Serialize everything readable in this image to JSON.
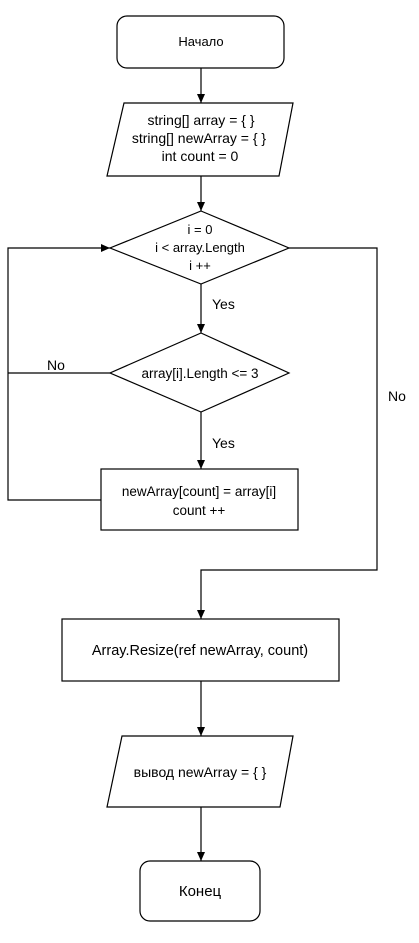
{
  "colors": {
    "stroke": "#000000",
    "fill": "#ffffff",
    "text": "#000000"
  },
  "nodes": {
    "start": {
      "label": "Начало"
    },
    "init": {
      "lines": [
        "string[] array = { }",
        "string[] newArray = { }",
        "int count = 0"
      ]
    },
    "loop": {
      "lines": [
        "i = 0",
        "i < array.Length",
        "i ++"
      ]
    },
    "check": {
      "label": "array[i].Length <= 3"
    },
    "assign": {
      "lines": [
        "newArray[count] = array[i]",
        "count ++"
      ]
    },
    "resize": {
      "label": "Array.Resize(ref newArray, count)"
    },
    "output": {
      "label": "вывод newArray = { }"
    },
    "end": {
      "label": "Конец"
    }
  },
  "edge_labels": {
    "loop_yes": "Yes",
    "check_yes": "Yes",
    "check_no": "No",
    "loop_no": "No"
  }
}
